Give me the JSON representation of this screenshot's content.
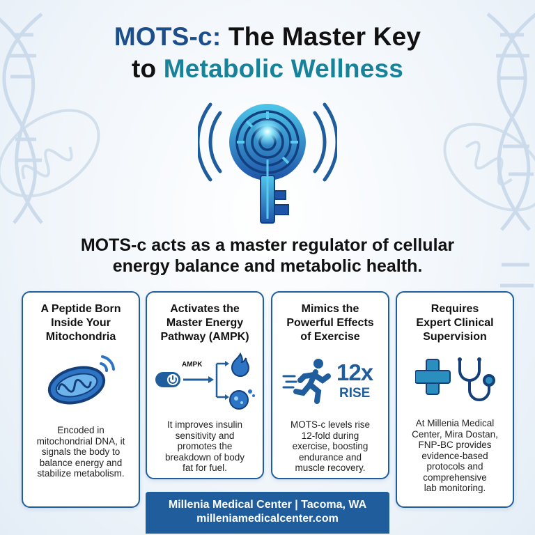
{
  "title": {
    "line1_part1": "MOTS-c:",
    "line1_part2": "The Master Key",
    "line2_part1": "to",
    "line2_part2": "Metabolic Wellness"
  },
  "hero": {
    "icon": "key-maze-icon"
  },
  "subtitle": {
    "line1": "MOTS-c acts as a master regulator of cellular",
    "line2": "energy balance and metabolic health."
  },
  "cards": [
    {
      "title_lines": [
        "A Peptide Born",
        "Inside Your",
        "Mitochondria"
      ],
      "icon": "mitochondria-icon",
      "body_lines": [
        "Encoded in",
        "mitochondrial DNA, it",
        "signals the body to",
        "balance energy and",
        "stabilize metabolism."
      ]
    },
    {
      "title_lines": [
        "Activates the",
        "Master Energy",
        "Pathway (AMPK)"
      ],
      "icon": "ampk-pathway-icon",
      "icon_label": "AMPK",
      "body_lines": [
        "It improves insulin",
        "sensitivity and",
        "promotes the",
        "breakdown of body",
        "fat for fuel."
      ]
    },
    {
      "title_lines": [
        "Mimics the",
        "Powerful Effects",
        "of Exercise"
      ],
      "icon": "running-person-icon",
      "stat_value": "12x",
      "stat_label": "RISE",
      "body_lines": [
        "MOTS-c levels rise",
        "12-fold during",
        "exercise, boosting",
        "endurance and",
        "muscle recovery."
      ]
    },
    {
      "title_lines": [
        "Requires",
        "Expert Clinical",
        "Supervision"
      ],
      "icon": "medical-cross-stethoscope-icon",
      "body_lines": [
        "At Millenia Medical",
        "Center, Mira Dostan,",
        "FNP-BC provides",
        "evidence-based",
        "protocols and",
        "comprehensive",
        "lab monitoring."
      ]
    }
  ],
  "footer": {
    "line1": "Millenia Medical Center | Tacoma, WA",
    "line2": "milleniamedicalcenter.com"
  },
  "colors": {
    "navy": "#1f5d9c",
    "title_blue": "#1d4e8c",
    "teal": "#17829a",
    "icon_blue": "#2b7fd4",
    "glow": "#5fd4f0"
  }
}
